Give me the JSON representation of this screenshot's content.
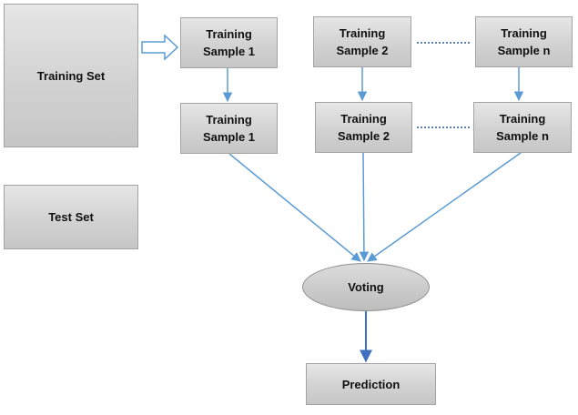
{
  "diagram": {
    "training_set": "Training Set",
    "test_set": "Test Set",
    "samples_top": [
      "Training\nSample 1",
      "Training\nSample 2",
      "Training\nSample n"
    ],
    "samples_bottom": [
      "Training\nSample 1",
      "Training\nSample 2",
      "Training\nSample n"
    ],
    "voting": "Voting",
    "prediction": "Prediction",
    "colors": {
      "arrow": "#5b9bd5",
      "dotted": "#2e5597",
      "box_border": "#a3a3a3",
      "prediction_arrow": "#3f6fbf"
    }
  }
}
